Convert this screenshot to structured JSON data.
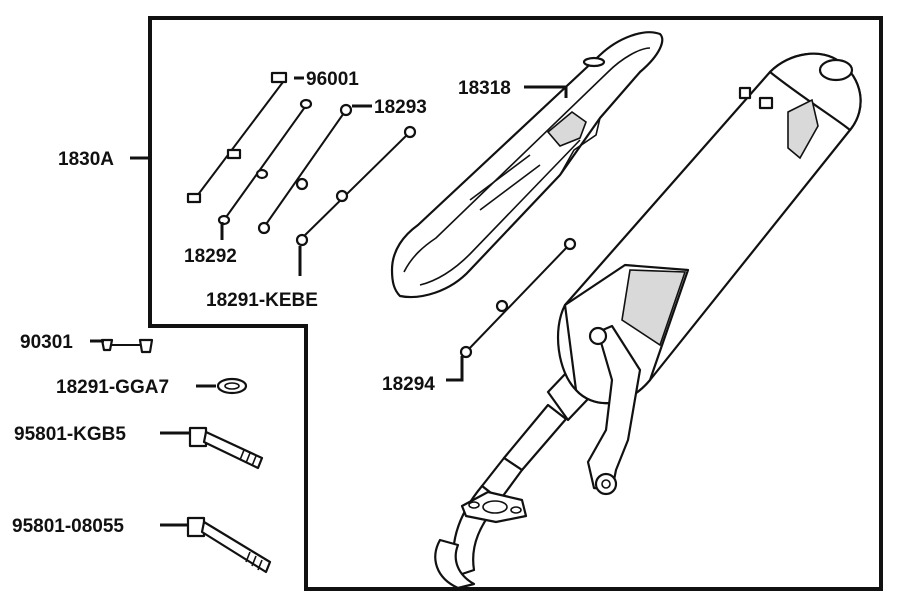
{
  "diagram": {
    "labels": {
      "assembly": "1830A",
      "bolt_96001": "96001",
      "nut_18293": "18293",
      "guard_18318": "18318",
      "washer_18292": "18292",
      "gasket_18291_kebe": "18291-KEBE",
      "clip_90301": "90301",
      "gasket_18291_gga7": "18291-GGA7",
      "bolt_95801_kgb5": "95801-KGB5",
      "bolt_95801_08055": "95801-08055",
      "nut_18294": "18294"
    },
    "colors": {
      "line": "#111111",
      "background": "#ffffff",
      "shade": "#d9d9d9"
    },
    "icons": [
      "exhaust-muffler-icon",
      "heat-shield-icon",
      "bolt-icon",
      "nut-icon",
      "washer-icon",
      "gasket-icon",
      "clip-icon"
    ]
  }
}
